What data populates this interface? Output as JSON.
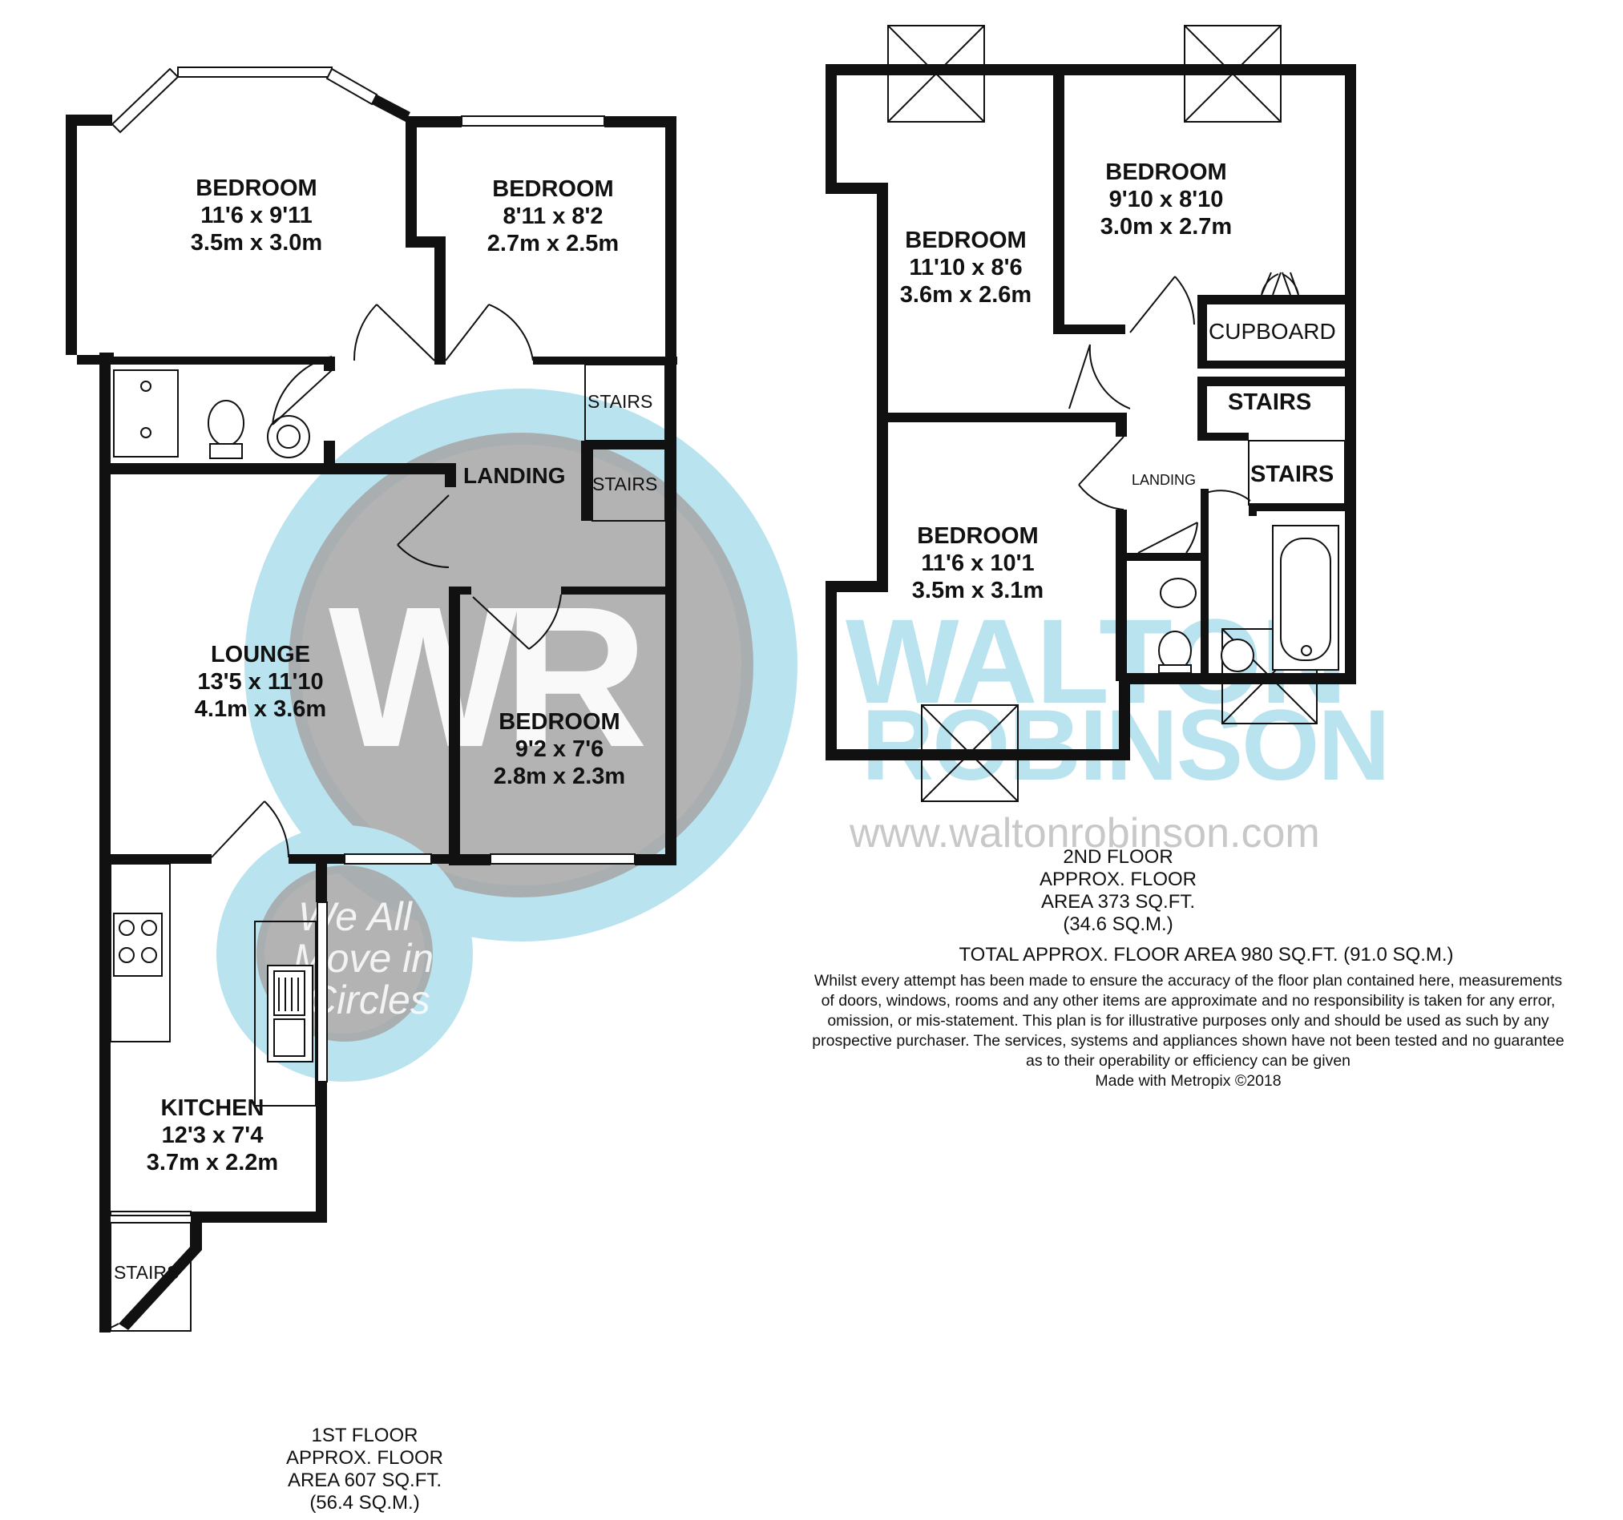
{
  "watermark": {
    "monogram": "WR",
    "brand_line1": "WALTON",
    "brand_line2": "ROBINSON",
    "url": "www.waltonrobinson.com",
    "slogan": [
      "We All",
      "Move in",
      "Circles"
    ],
    "colors": {
      "ring": "#b9e3ef",
      "circle": "#a6a6a6",
      "brand_text": "#b9e3ef"
    }
  },
  "first_floor": {
    "rooms": [
      {
        "name": "BEDROOM",
        "imperial": "11'6 x 9'11",
        "metric": "3.5m x 3.0m"
      },
      {
        "name": "BEDROOM",
        "imperial": "8'11 x 8'2",
        "metric": "2.7m x 2.5m"
      },
      {
        "name": "LOUNGE",
        "imperial": "13'5 x 11'10",
        "metric": "4.1m x 3.6m"
      },
      {
        "name": "BEDROOM",
        "imperial": "9'2 x 7'6",
        "metric": "2.8m x 2.3m"
      },
      {
        "name": "KITCHEN",
        "imperial": "12'3 x 7'4",
        "metric": "3.7m x 2.2m"
      }
    ],
    "labels": {
      "landing": "LANDING",
      "stairs": "STAIRS"
    },
    "summary": [
      "1ST FLOOR",
      "APPROX. FLOOR",
      "AREA 607 SQ.FT.",
      "(56.4 SQ.M.)"
    ]
  },
  "second_floor": {
    "rooms": [
      {
        "name": "BEDROOM",
        "imperial": "11'10 x 8'6",
        "metric": "3.6m x 2.6m"
      },
      {
        "name": "BEDROOM",
        "imperial": "9'10 x 8'10",
        "metric": "3.0m x 2.7m"
      },
      {
        "name": "BEDROOM",
        "imperial": "11'6 x 10'1",
        "metric": "3.5m x 3.1m"
      }
    ],
    "labels": {
      "cupboard": "CUPBOARD",
      "stairs": "STAIRS",
      "landing": "LANDING"
    },
    "summary": [
      "2ND FLOOR",
      "APPROX. FLOOR",
      "AREA 373 SQ.FT.",
      "(34.6 SQ.M.)"
    ]
  },
  "total_area": "TOTAL APPROX. FLOOR AREA 980 SQ.FT. (91.0 SQ.M.)",
  "disclaimer": [
    "Whilst every attempt has been made to ensure the accuracy of the floor plan contained here, measurements",
    "of doors, windows, rooms and any other items are approximate and no responsibility is taken for any error,",
    "omission, or mis-statement. This plan is for illustrative purposes only and should be used as such by any",
    "prospective purchaser. The services, systems and appliances shown have not been tested and no guarantee",
    "as to their operability or efficiency can be given"
  ],
  "credit": "Made with Metropix ©2018"
}
